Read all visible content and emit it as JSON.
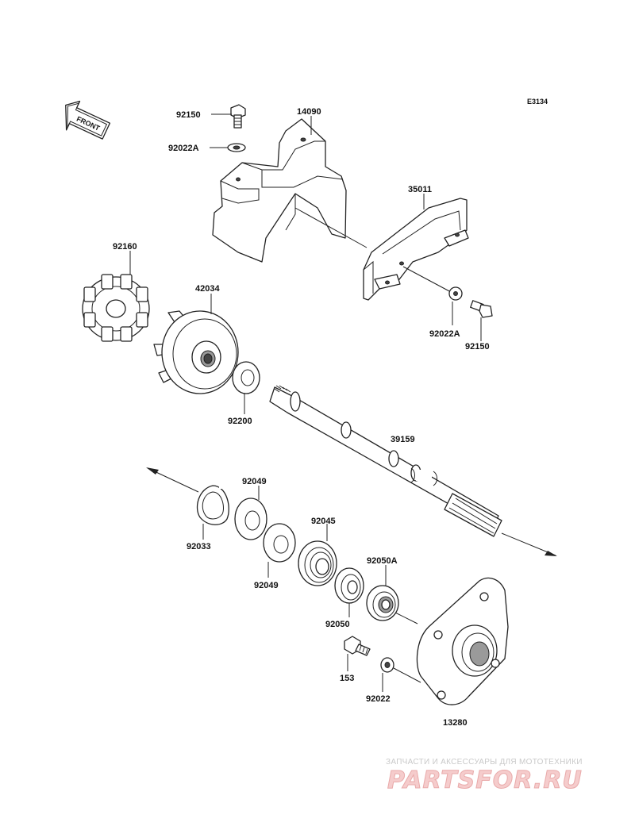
{
  "diagram": {
    "code": "E3134",
    "front_label": "FRONT",
    "parts": {
      "p92150_top": "92150",
      "p14090": "14090",
      "p92022A_top": "92022A",
      "p35011": "35011",
      "p92160": "92160",
      "p42034": "42034",
      "p92022A_bot": "92022A",
      "p92150_bot": "92150",
      "p92200": "92200",
      "p39159": "39159",
      "p92049_top": "92049",
      "p92045": "92045",
      "p92033": "92033",
      "p92049_bot": "92049",
      "p92050A": "92050A",
      "p92050": "92050",
      "p153": "153",
      "p92022": "92022",
      "p13280": "13280"
    }
  },
  "watermark": {
    "tagline": "ЗАПЧАСТИ И АКСЕССУАРЫ ДЛЯ МОТОТЕХНИКИ",
    "brand": "PARTSFOR.RU"
  },
  "colors": {
    "line": "#222222",
    "watermark_logo": "#f5cccc",
    "watermark_text": "#c9c9c9"
  }
}
